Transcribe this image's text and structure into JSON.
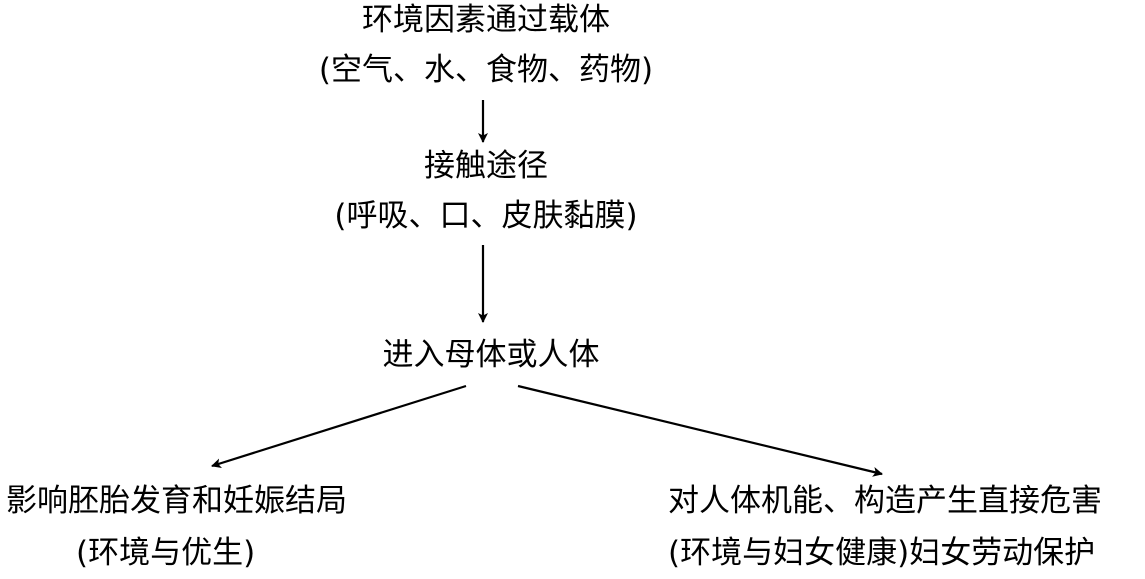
{
  "nodes": {
    "source": {
      "title": "环境因素通过载体",
      "detail": "(空气、水、食物、药物)"
    },
    "route": {
      "title": "接触途径",
      "detail": "(呼吸、口、皮肤黏膜)"
    },
    "entry": {
      "title": "进入母体或人体"
    },
    "left_outcome": {
      "title": "影响胚胎发育和妊娠结局",
      "detail": "(环境与优生)"
    },
    "right_outcome": {
      "title": "对人体机能、构造产生直接危害",
      "detail": "(环境与妇女健康)妇女劳动保护"
    }
  },
  "colors": {
    "text": "#000000",
    "arrow": "#000000",
    "background": "#ffffff"
  }
}
